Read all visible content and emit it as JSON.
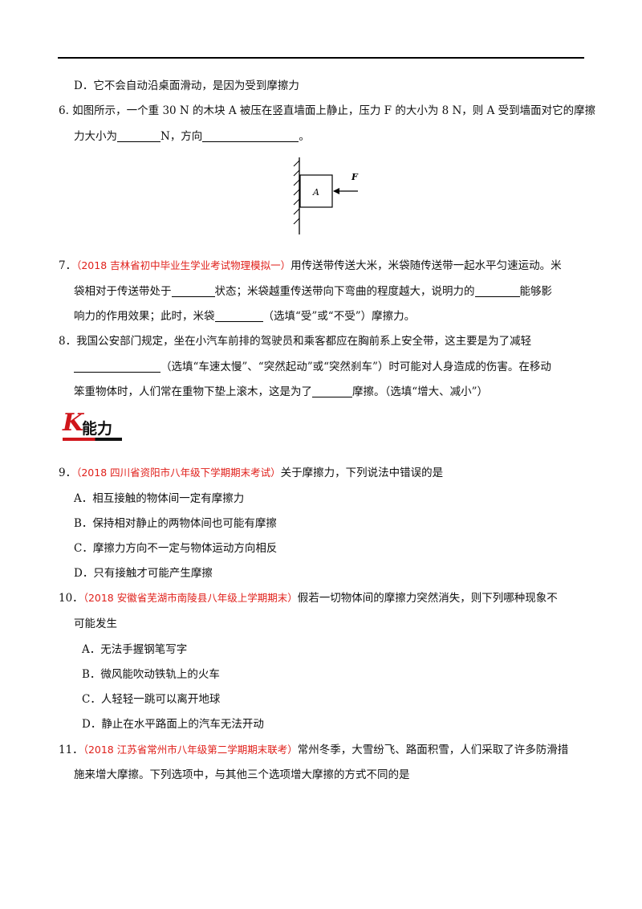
{
  "q5": {
    "d": "D．它不会自动沿桌面滑动，是因为受到摩擦力"
  },
  "q6": {
    "line1": "6. 如图所示，一个重 30 N 的木块 A 被压在竖直墙面上静止，压力 F 的大小为 8 N，则 A 受到墙面对它的摩擦",
    "line2a": "力大小为",
    "line2b": "N，方向",
    "line2c": "。",
    "fig_block": "A",
    "fig_force": "F"
  },
  "q7": {
    "num": "7．",
    "src": "（2018 吉林省初中毕业生学业考试物理模拟一）",
    "line1": "用传送带传送大米，米袋随传送带一起水平匀速运动。米",
    "line2a": "袋相对于传送带处于",
    "line2b": "状态；米袋越重传送带向下弯曲的程度越大，说明力的",
    "line2c": "能够影",
    "line3a": "响力的作用效果；此时，米袋",
    "line3b": "（选填“受”或“不受”）摩擦力。"
  },
  "q8": {
    "line1": "8．我国公安部门规定，坐在小汽车前排的驾驶员和乘客都应在胸前系上安全带，这主要是为了减轻",
    "line2b": "（选填“车速太慢”、“突然起动”或“突然刹车”）时可能对人身造成的伤害。在移动",
    "line3a": "笨重物体时，人们常在重物下垫上滚木，这是为了",
    "line3b": "摩擦。（选填“增大、减小”）"
  },
  "section": {
    "letter": "K",
    "title": "能力"
  },
  "q9": {
    "num": "9．",
    "src": "（2018 四川省资阳市八年级下学期期末考试）",
    "stem": "关于摩擦力，下列说法中错误的是",
    "options": [
      "A．相互接触的物体间一定有摩擦力",
      "B．保持相对静止的两物体间也可能有摩擦",
      "C．摩擦力方向不一定与物体运动方向相反",
      "D．只有接触才可能产生摩擦"
    ]
  },
  "q10": {
    "num": "10．",
    "src": "（2018 安徽省芜湖市南陵县八年级上学期期末）",
    "stem1": "假若一切物体间的摩擦力突然消失，则下列哪种现象不",
    "stem2": "可能发生",
    "options": [
      "A．无法手握钢笔写字",
      "B．微风能吹动铁轨上的火车",
      "C．人轻轻一跳可以离开地球",
      "D．静止在水平路面上的汽车无法开动"
    ]
  },
  "q11": {
    "num": "11．",
    "src": "（2018 江苏省常州市八年级第二学期期末联考）",
    "stem1": "常州冬季，大雪纷飞、路面积雪，人们采取了许多防滑措",
    "stem2": "施来增大摩擦。下列选项中，与其他三个选项增大摩擦的方式不同的是"
  }
}
